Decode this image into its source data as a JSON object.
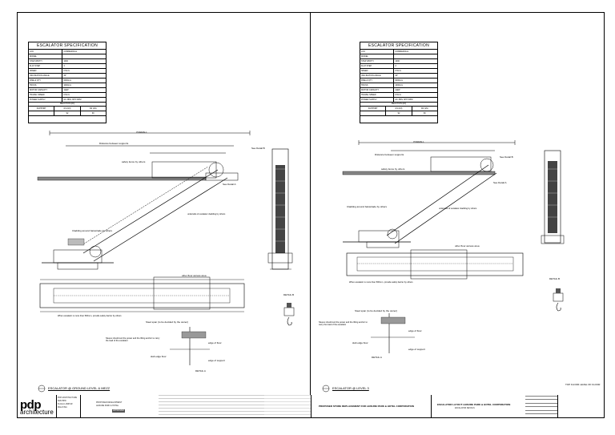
{
  "spec_table": {
    "title": "ESCALATOR SPECIFICATION",
    "rows": [
      {
        "k": "LOC",
        "v": "COMMERCIAL"
      },
      {
        "k": "MODEL",
        "v": ""
      },
      {
        "k": "STEP WIDTH",
        "v": "1000"
      },
      {
        "k": "FLAT STEP",
        "v": "3"
      },
      {
        "k": "SPEED",
        "v": "0.5m/s"
      },
      {
        "k": "INCLINATION ANGLE",
        "v": "30°"
      },
      {
        "k": "RISE & QTY",
        "v": "6000mm"
      },
      {
        "k": "TRUSS",
        "v": "1000mm"
      },
      {
        "k": "MOTOR CAPACITY",
        "v": "11kW"
      },
      {
        "k": "TRAVEL SPEED",
        "v": "0.5m/s"
      },
      {
        "k": "POWER SUPPLY",
        "v": "AC 380V 3PH 50HZ"
      }
    ],
    "reaction_header": "REACTION (kN)",
    "reaction_cols": [
      "SUPPORT",
      "R1 (kN)",
      "R2 (kN)"
    ],
    "reaction_vals": [
      "",
      "92",
      "90"
    ]
  },
  "left_sheet": {
    "caption": "ESCALATOR @ GROUND LEVEL & MEZZ",
    "ann": {
      "overall": "OVERALL",
      "between_supports": "Distance between supports",
      "safety_fence": "safety fence by others",
      "see_detail_b": "See Detail B",
      "see_detail_a": "See Detail A",
      "cladding": "Cladding around balustrade by others",
      "underside": "underside of escalator cladding by others",
      "finish_floor": "finish floor level",
      "other_floor": "other floor access area",
      "when_span": "When escalator is more than 500mm, provide safety barrier by others",
      "detail_b": "DETAIL B",
      "detail_a": "DETAIL A",
      "steel_span": "Steel span (to be decided by the owner)",
      "edge_floor": "edge of floor",
      "edge_support": "edge of support",
      "slab_edge": "slab edge floor",
      "notes": "Sleeve should suit the power and the lifting anchor to carry the load of the escalator"
    }
  },
  "right_sheet": {
    "caption": "ESCALATOR @ LEVEL 3",
    "floor_label": "TOP FLOOR LEVEL OF FLOOR"
  },
  "titleblock": {
    "logo": "pdp",
    "logo_sub": "architecture",
    "firm_lines": [
      "PDP ARCHITECTURE",
      "SDN BHD",
      "KUALA LUMPUR",
      "MALAYSIA"
    ],
    "project_lines": [
      "PROPOSED DEVELOPMENT",
      "LEISURE PARK & HOTEL"
    ],
    "project_title": "PROPOSED STORE REPLACEMENT FOR LEISURE PARK & HOTEL CORPORATION",
    "drawing_title": "ESCALATOR LAYOUT LEISURE PARK & HOTEL CORPORATION",
    "drawing_sub": "ESCALATOR DETAILS",
    "stamp": "APPROVED"
  }
}
